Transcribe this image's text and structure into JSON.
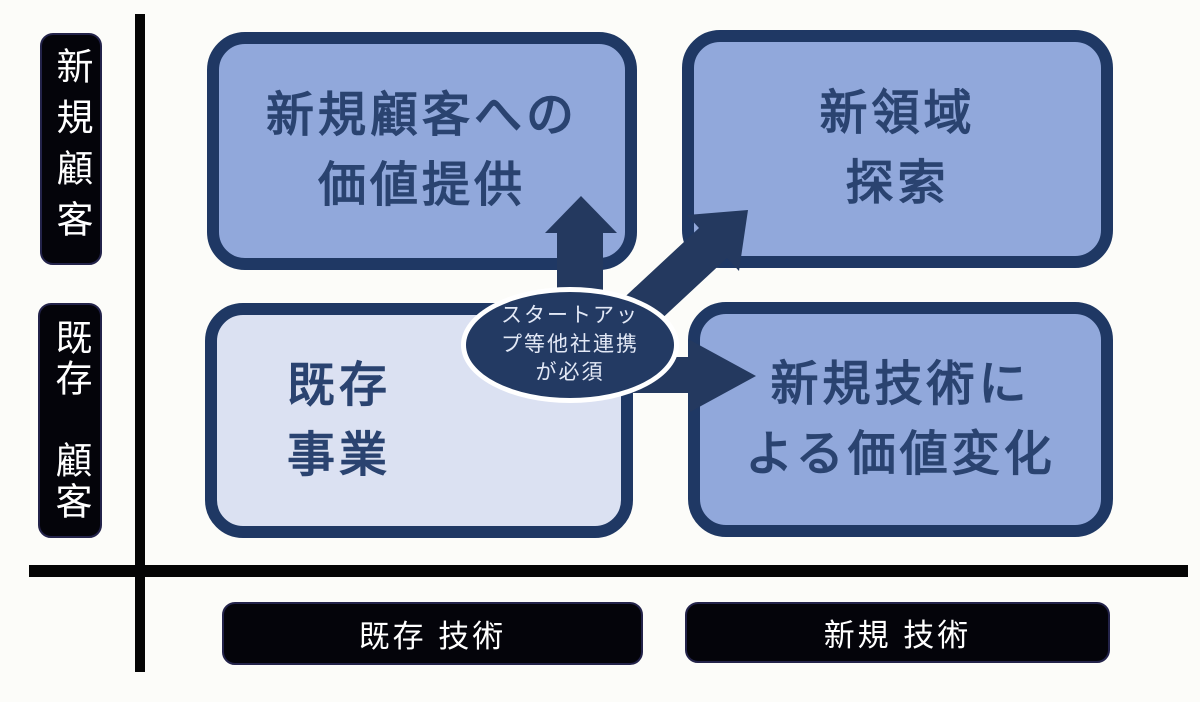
{
  "colors": {
    "navy_border": "#1f3864",
    "navy_arrow": "#24395f",
    "navy_text": "#2a4370",
    "quadrant_fill": "#91a8db",
    "quadrant_fill_light": "#dbe1f2",
    "callout_fill": "#233a63",
    "callout_text": "#e2e8f6",
    "axis_black": "#050505",
    "label_bg": "#04040a",
    "label_text": "#ffffff",
    "background": "#fcfcf9"
  },
  "quadrants": {
    "top_left": {
      "label": "新規顧客への\n価値提供"
    },
    "top_right": {
      "label": "新領域\n探索"
    },
    "bottom_left": {
      "label": "既存\n事業"
    },
    "bottom_right": {
      "label": "新規技術に\nよる価値変化"
    }
  },
  "axes": {
    "y_top": "新規顧客",
    "y_bottom": "既存　顧客",
    "x_left": "既存 技術",
    "x_right": "新規 技術"
  },
  "callout": {
    "label": "スタートアッ\nプ等他社連携\nが必須"
  }
}
